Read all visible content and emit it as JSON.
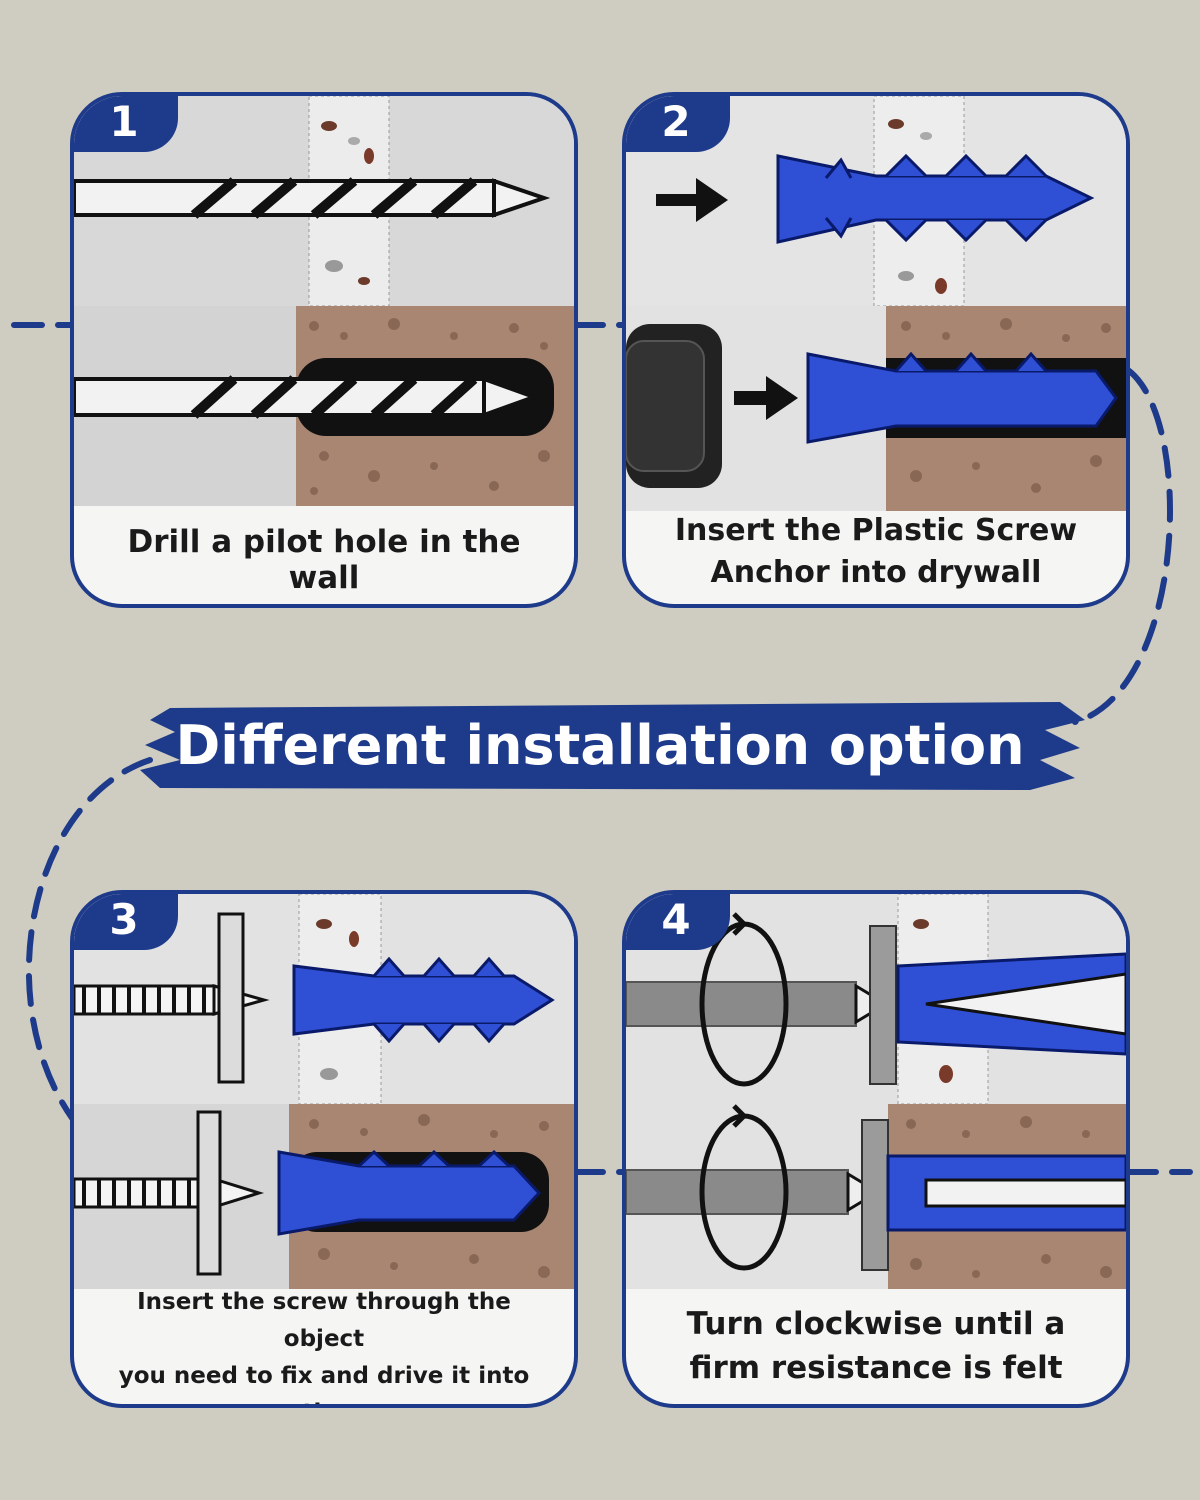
{
  "colors": {
    "background": "#cfcdc1",
    "accent_blue": "#1e3a8a",
    "anchor_blue": "#2f4fd4",
    "brick": "#a98672"
  },
  "banner": {
    "title": "Different installation option"
  },
  "steps": [
    {
      "number": "1",
      "caption": "Drill a pilot hole in the wall"
    },
    {
      "number": "2",
      "caption": "Insert the Plastic Screw\nAnchor  into drywall"
    },
    {
      "number": "3",
      "caption": "Insert the screw through the object\nyou need to fix and drive it into the\nplastic anchor"
    },
    {
      "number": "4",
      "caption": "Turn clockwise until a\nfirm resistance is felt"
    }
  ],
  "icons": [
    "drill-bit-icon",
    "arrow-right-icon",
    "wall-anchor-icon",
    "hammer-icon",
    "screw-icon",
    "rotate-clockwise-icon"
  ]
}
